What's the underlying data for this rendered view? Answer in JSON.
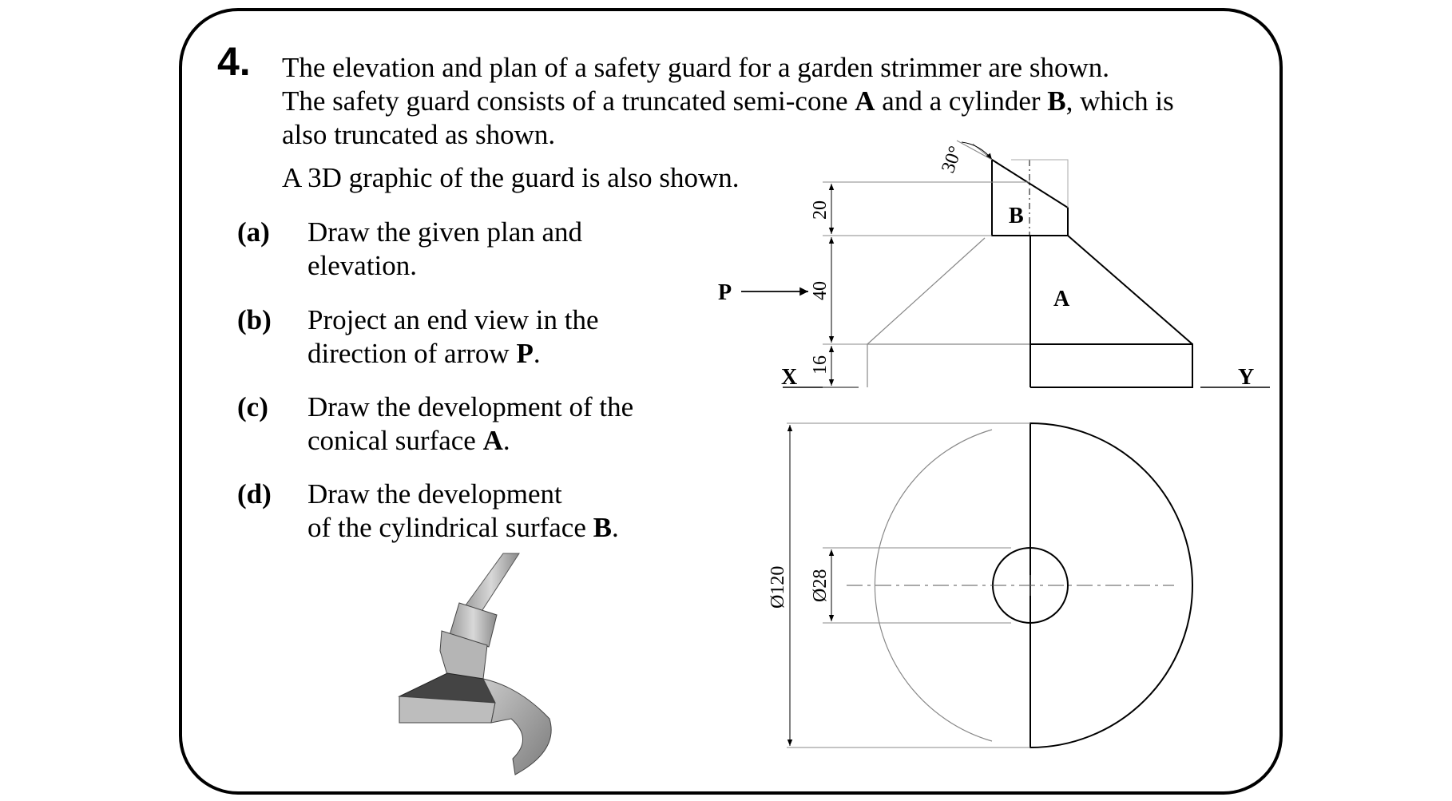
{
  "question": {
    "number": "4.",
    "intro": {
      "line1": "The elevation and plan of a safety guard for a garden strimmer are shown.",
      "line2_pre": "The safety guard consists of a truncated semi-cone ",
      "line2_a": "A",
      "line2_mid": " and a cylinder ",
      "line2_b": "B",
      "line2_post": ", which is",
      "line3": "also truncated as shown.",
      "line4": "A 3D graphic of the guard is also shown."
    },
    "parts": [
      {
        "label": "(a)",
        "line1": "Draw the given plan and",
        "line2": "elevation.",
        "bold": "",
        "tail": ""
      },
      {
        "label": "(b)",
        "line1": "Project an end view in the",
        "line2": "direction of arrow ",
        "bold": "P",
        "tail": "."
      },
      {
        "label": "(c)",
        "line1": "Draw the development of the",
        "line2": "conical surface ",
        "bold": "A",
        "tail": "."
      },
      {
        "label": "(d)",
        "line1": "Draw the development",
        "line2": "of the cylindrical surface ",
        "bold": "B",
        "tail": "."
      }
    ]
  },
  "drawing": {
    "angle": "30°",
    "dim_top": "20",
    "dim_mid": "40",
    "dim_bottom": "16",
    "arrow_label": "P",
    "label_b": "B",
    "label_a": "A",
    "x_label": "X",
    "y_label": "Y",
    "dia_outer": "Ø120",
    "dia_inner": "Ø28"
  }
}
